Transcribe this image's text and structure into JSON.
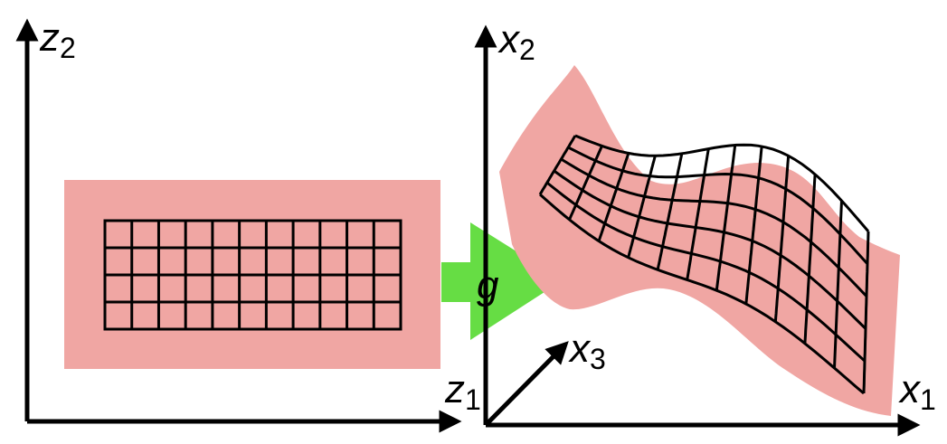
{
  "colors": {
    "region_fill": "#f0a6a3",
    "arrow_fill": "#66dd44",
    "grid_stroke": "#000000",
    "axis_stroke": "#000000",
    "background": "#ffffff"
  },
  "latent_space": {
    "axes": {
      "horizontal": {
        "letter": "z",
        "subscript": "1"
      },
      "vertical": {
        "letter": "z",
        "subscript": "2"
      }
    },
    "grid": {
      "columns": 11,
      "rows": 4
    }
  },
  "mapping": {
    "label": "g"
  },
  "data_space": {
    "axes": {
      "horizontal": {
        "letter": "x",
        "subscript": "1"
      },
      "vertical": {
        "letter": "x",
        "subscript": "2"
      },
      "depth": {
        "letter": "x",
        "subscript": "3"
      }
    },
    "grid": {
      "columns": 11,
      "rows": 5
    }
  }
}
